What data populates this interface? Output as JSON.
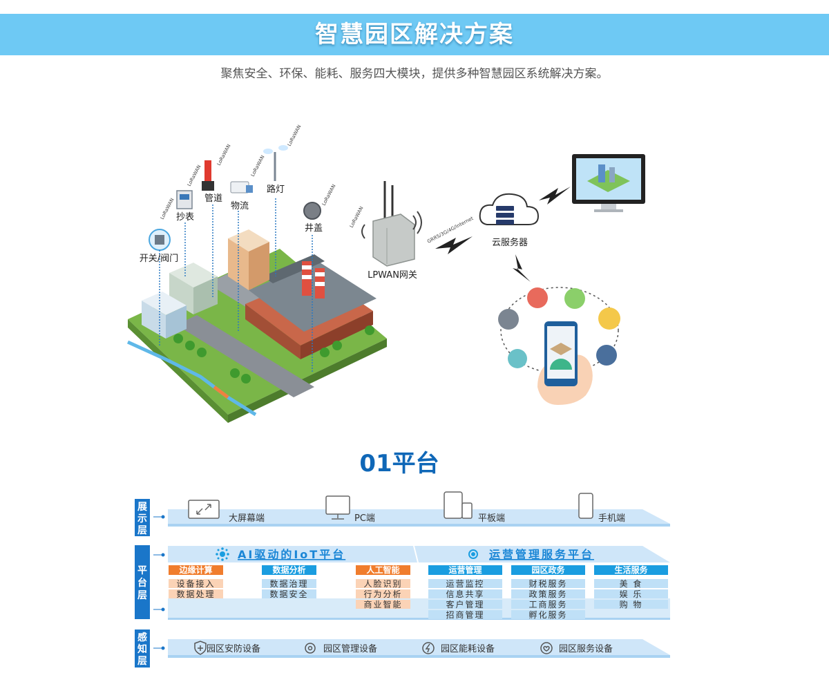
{
  "header": {
    "title": "智慧园区解决方案",
    "subtitle": "聚焦安全、环保、能耗、服务四大模块，提供多种智慧园区系统解决方案。"
  },
  "illustration": {
    "devices": {
      "switch_valve": "开关/阀门",
      "meter": "抄表",
      "pipeline": "管道",
      "logistics": "物流",
      "streetlight": "路灯",
      "manhole": "井盖"
    },
    "lorawan": "LoRaWAN",
    "gateway": "LPWAN网关",
    "network": "GRRS/3G/4G/Internet",
    "cloud": "云服务器"
  },
  "platform": {
    "title": "01平台",
    "layers": {
      "display": "展\n示\n层",
      "platform": "平\n台\n层",
      "perception": "感\n知\n层"
    },
    "display_items": [
      "大屏幕端",
      "PC端",
      "平板端",
      "手机端"
    ],
    "ai_platform": "AI驱动的IoT平台",
    "ops_platform": "运营管理服务平台",
    "groups": [
      {
        "header": "边缘计算",
        "items": [
          "设备接入",
          "数据处理"
        ],
        "color": "#f07d2d"
      },
      {
        "header": "数据分析",
        "items": [
          "数据治理",
          "数据安全"
        ],
        "color": "#1a9de0"
      },
      {
        "header": "人工智能",
        "items": [
          "人脸识别",
          "行为分析",
          "商业智能"
        ],
        "color": "#f07d2d"
      },
      {
        "header": "运营管理",
        "items": [
          "运营监控",
          "信息共享",
          "客户管理",
          "招商管理"
        ],
        "color": "#1a9de0"
      },
      {
        "header": "园区政务",
        "items": [
          "财税服务",
          "政策服务",
          "工商服务",
          "孵化服务"
        ],
        "color": "#1a9de0"
      },
      {
        "header": "生活服务",
        "items": [
          "美  食",
          "娱  乐",
          "购  物"
        ],
        "color": "#1a9de0"
      }
    ],
    "perception_items": [
      "园区安防设备",
      "园区管理设备",
      "园区能耗设备",
      "园区服务设备"
    ]
  }
}
